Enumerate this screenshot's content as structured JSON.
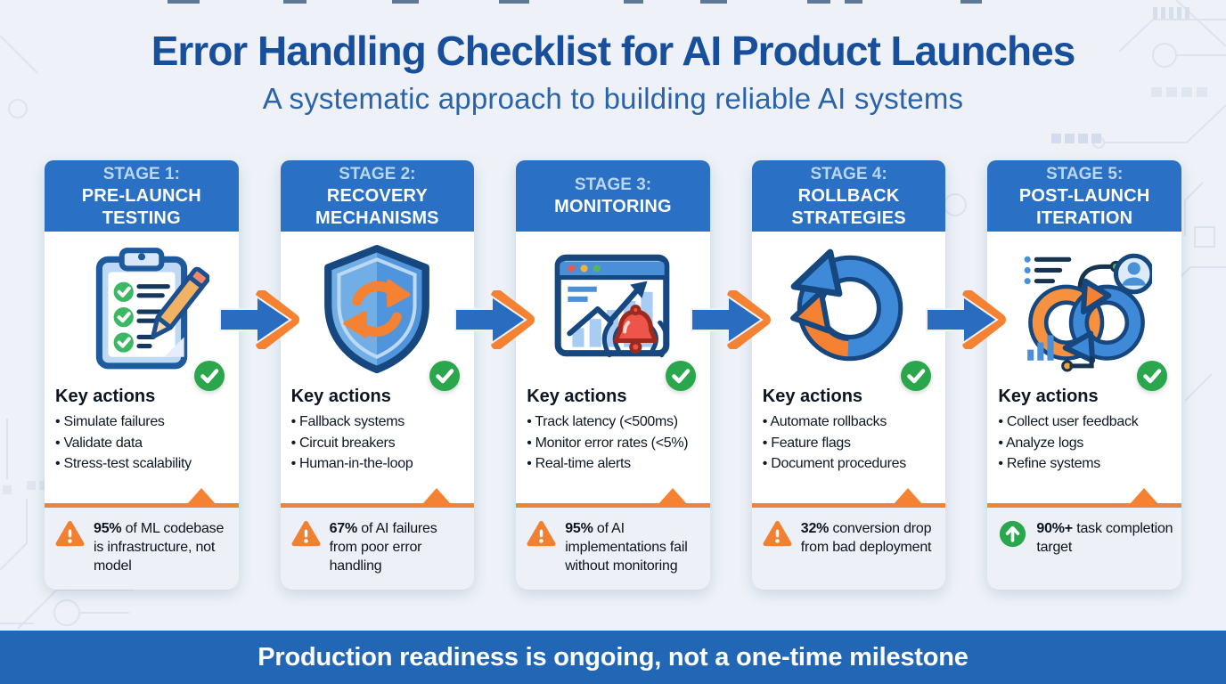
{
  "header": {
    "title": "Error Handling Checklist for AI Product Launches",
    "subtitle": "A systematic approach to building reliable AI systems"
  },
  "labels": {
    "key_actions": "Key actions"
  },
  "stages": [
    {
      "label": "STAGE 1:",
      "name": "PRE-LAUNCH TESTING",
      "icon": "clipboard-checklist-icon",
      "actions": [
        "Simulate failures",
        "Validate data",
        "Stress-test scalability"
      ],
      "stat": {
        "icon": "warning-icon",
        "highlight": "95%",
        "text": " of ML codebase is infrastructure, not model"
      }
    },
    {
      "label": "STAGE 2:",
      "name": "RECOVERY MECHANISMS",
      "icon": "shield-sync-icon",
      "actions": [
        "Fallback systems",
        "Circuit breakers",
        "Human-in-the-loop"
      ],
      "stat": {
        "icon": "warning-icon",
        "highlight": "67%",
        "text": " of AI failures from poor error handling"
      }
    },
    {
      "label": "STAGE 3:",
      "name": "MONITORING",
      "icon": "dashboard-alert-icon",
      "actions": [
        "Track latency (<500ms)",
        "Monitor error rates (<5%)",
        "Real-time alerts"
      ],
      "stat": {
        "icon": "warning-icon",
        "highlight": "95%",
        "text": " of AI implementations fail without monitoring"
      }
    },
    {
      "label": "STAGE 4:",
      "name": "ROLLBACK STRATEGIES",
      "icon": "rollback-arrows-icon",
      "actions": [
        "Automate rollbacks",
        "Feature flags",
        "Document procedures"
      ],
      "stat": {
        "icon": "warning-icon",
        "highlight": "32%",
        "text": " conversion drop from bad deployment"
      }
    },
    {
      "label": "STAGE 5:",
      "name": "POST-LAUNCH ITERATION",
      "icon": "iteration-loop-icon",
      "actions": [
        "Collect user feedback",
        "Analyze logs",
        "Refine systems"
      ],
      "stat": {
        "icon": "up-arrow-icon",
        "highlight": "90%+",
        "text": " task completion target"
      }
    }
  ],
  "footer": {
    "text": "Production readiness is ongoing, not a one-time milestone"
  },
  "colors": {
    "background": "#eef2f8",
    "card_header_blue": "#2a70c4",
    "footer_blue": "#2267b6",
    "title_blue": "#174f9c",
    "subtitle_blue": "#2b63ab",
    "accent_orange": "#f58233",
    "success_green": "#2aa64d",
    "alert_red": "#ee5449",
    "stat_panel": "#edf0f6"
  }
}
